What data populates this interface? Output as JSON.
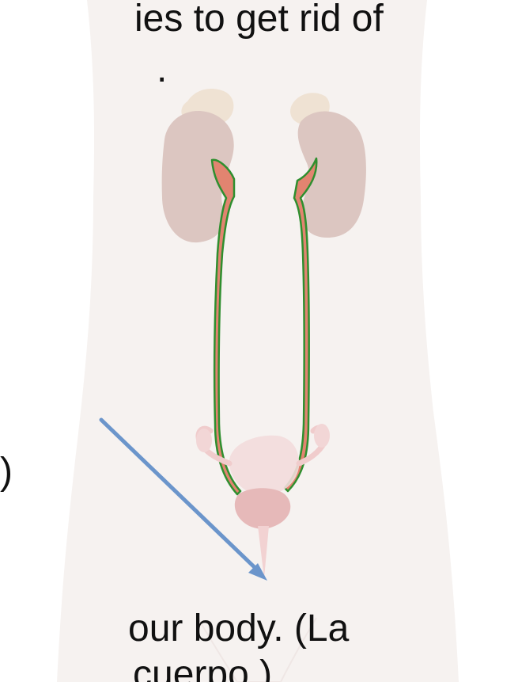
{
  "text": {
    "line_top": "ies to get rid of",
    "line_top2": ".",
    "line_mid": ")",
    "line_bottom1": "our body. (La",
    "line_bottom2": "cuerpo.)"
  },
  "colors": {
    "body_silhouette": "#f5f0ee",
    "kidney": "#dcc7c2",
    "adrenal": "#f0e3d6",
    "ureter_fill": "#e07f6b",
    "ureter_outline": "#2f8f2f",
    "bladder": "#e8bcbc",
    "uterus": "#f3d8d8",
    "arrow": "#6b95cb"
  }
}
